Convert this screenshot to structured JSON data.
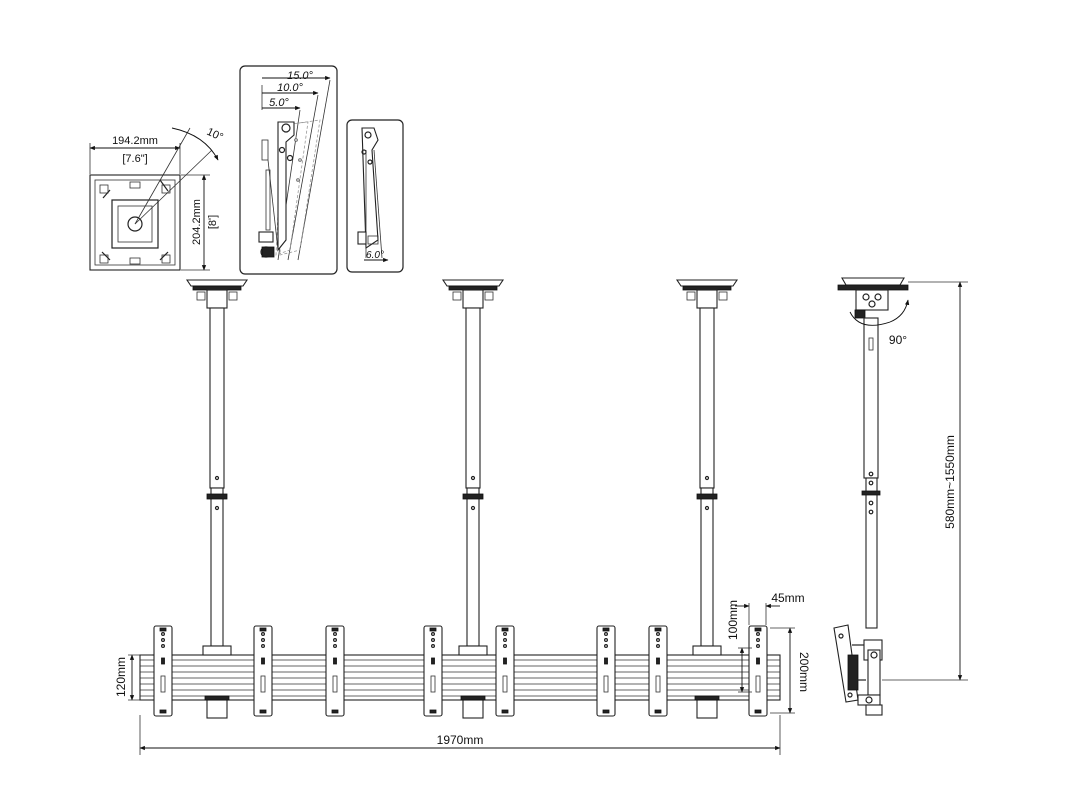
{
  "plate": {
    "width_mm": "194.2mm",
    "width_in": "[7.6\"]",
    "height_mm": "204.2mm",
    "height_in": "[8']",
    "rotation": "10°"
  },
  "tilt_panel": {
    "angle_large": "15.0°",
    "angle_mid": "10.0°",
    "angle_small": "5.0°"
  },
  "side_panel": {
    "angle": "6.0°"
  },
  "side_view": {
    "rotation": "90°",
    "height_range": "580mm~1550mm"
  },
  "front_view": {
    "total_width": "1970mm",
    "bar_height": "120mm",
    "arm_height": "200mm",
    "arm_offset": "100mm",
    "arm_width": "45mm"
  }
}
